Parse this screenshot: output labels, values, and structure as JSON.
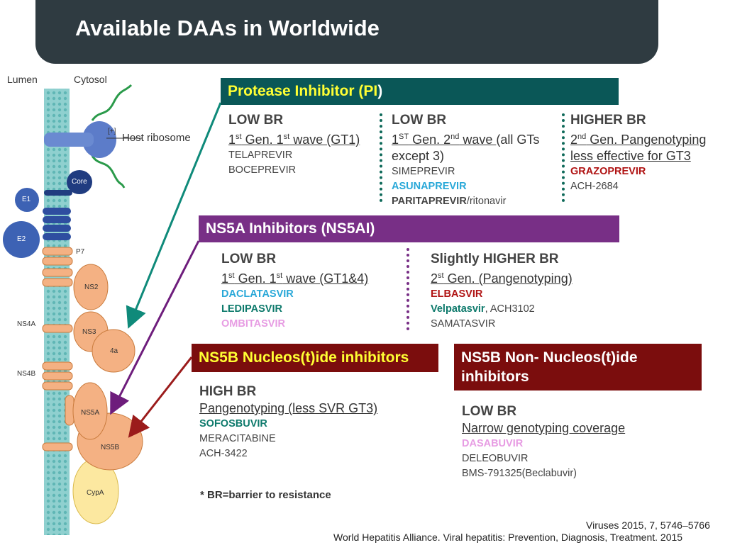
{
  "title": "Available DAAs in Worldwide",
  "membrane": {
    "lumen": "Lumen",
    "cytosol": "Cytosol",
    "host_ribosome": "Host ribosome",
    "plus": "[+]",
    "proteins": {
      "core": "Core",
      "e1": "E1",
      "e2": "E2",
      "p7": "P7",
      "ns2": "NS2",
      "ns3": "NS3",
      "ns4a_inner": "4a",
      "ns4a": "NS4A",
      "ns4b": "NS4B",
      "ns5a": "NS5A",
      "ns5b": "NS5B",
      "cypa": "CypA"
    }
  },
  "protease": {
    "header_main": "Protease Inhibitor (PI",
    "header_end": ")",
    "col1": {
      "br": "LOW BR",
      "line_a": "1",
      "sup_a": "st",
      "line_b": " Gen. 1",
      "sup_b": "st",
      "line_c": " wave (GT1)",
      "drugs": [
        "TELAPREVIR",
        "BOCEPREVIR"
      ]
    },
    "col2": {
      "br": "LOW BR",
      "line_a": "1",
      "sup_a": "ST",
      "line_b": " Gen. 2",
      "sup_b": "nd",
      "line_c": " wave ",
      "line_d": "(all GTs",
      "line_e": "except 3)",
      "drug1": "SIMEPREVIR",
      "drug2": "ASUNAPREVIR",
      "drug3_bold": "PARITAPREVIR",
      "drug3_rest": "/ritonavir"
    },
    "col3": {
      "br": "HIGHER BR",
      "line_a": "2",
      "sup_a": "nd",
      "line_b": " Gen. Pangenotyping",
      "line_c": "less effective for GT3",
      "drug1": "GRAZOPREVIR",
      "drug2": "ACH-2684"
    }
  },
  "ns5a": {
    "header": "NS5A Inhibitors (NS5AI)",
    "col1": {
      "br": "LOW BR",
      "line_a": "1",
      "sup_a": "st",
      "line_b": " Gen. 1",
      "sup_b": "st",
      "line_c": " wave (GT1&4)",
      "drug1": "DACLATASVIR",
      "drug2": "LEDIPASVIR",
      "drug3": "OMBITASVIR"
    },
    "col2": {
      "br": "Slightly HIGHER BR",
      "line_a": "2",
      "sup_a": "st",
      "line_b": " Gen. (Pangenotyping)",
      "drug1": "ELBASVIR",
      "drug2_bold": "Velpatasvir",
      "drug2_rest": ",  ACH3102",
      "drug3": "SAMATASVIR"
    }
  },
  "nucleos": {
    "header": "NS5B Nucleos(t)ide inhibitors",
    "br": "HIGH BR",
    "line": "Pangenotyping (less SVR GT3)",
    "drug1": "SOFOSBUVIR",
    "drug2": "MERACITABINE",
    "drug3": "ACH-3422"
  },
  "non_nucleos": {
    "header": "NS5B Non- Nucleos(t)ide inhibitors",
    "br": "LOW BR",
    "line": "Narrow genotyping coverage",
    "drug1": "DASABUVIR",
    "drug2": "DELEOBUVIR",
    "drug3": "BMS-791325(Beclabuvir)"
  },
  "footnote": "* BR=barrier to resistance",
  "citation1": "Viruses 2015, 7, 5746–5766",
  "citation2": "World Hepatitis Alliance. Viral hepatitis: Prevention, Diagnosis, Treatment. 2015",
  "colors": {
    "pi": "#0a5757",
    "ns5a": "#782f86",
    "ns5b": "#7b0d0d",
    "yellow": "#ffff33",
    "membrane": "#7ec9c9",
    "protein": "#f4b183",
    "egroup": "#3b62b5"
  }
}
